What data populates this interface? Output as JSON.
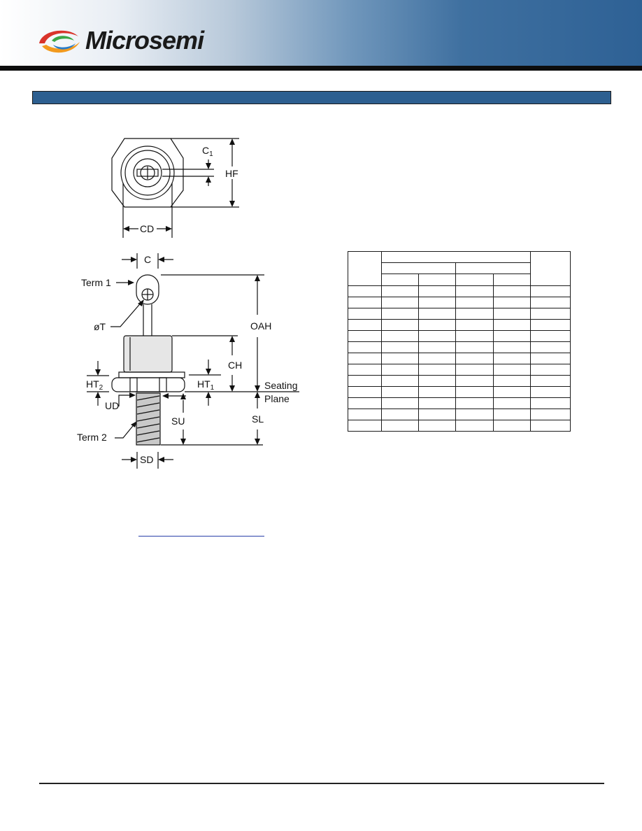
{
  "brand": {
    "name": "Microsemi",
    "colors": {
      "header_blue": "#2e6195",
      "section_bar": "#2d5f90",
      "logo_red": "#d9342b",
      "logo_orange": "#f29a1e",
      "logo_green": "#3aa645",
      "logo_blue": "#2a7cc7"
    }
  },
  "drawing": {
    "top_view": {
      "c1": "C",
      "c1_sub": "1",
      "hf": "HF",
      "cd": "CD"
    },
    "side_view": {
      "c": "C",
      "term1": "Term 1",
      "phi_t": "øT",
      "oah": "OAH",
      "ch": "CH",
      "ht2": "HT",
      "ht2_sub": "2",
      "ht1": "HT",
      "ht1_sub": "1",
      "seating": "Seating",
      "plane": "Plane",
      "ud": "UD",
      "su": "SU",
      "sl": "SL",
      "term2": "Term 2",
      "sd": "SD"
    }
  },
  "table": {
    "body_row_count": 13,
    "row_labels": []
  }
}
